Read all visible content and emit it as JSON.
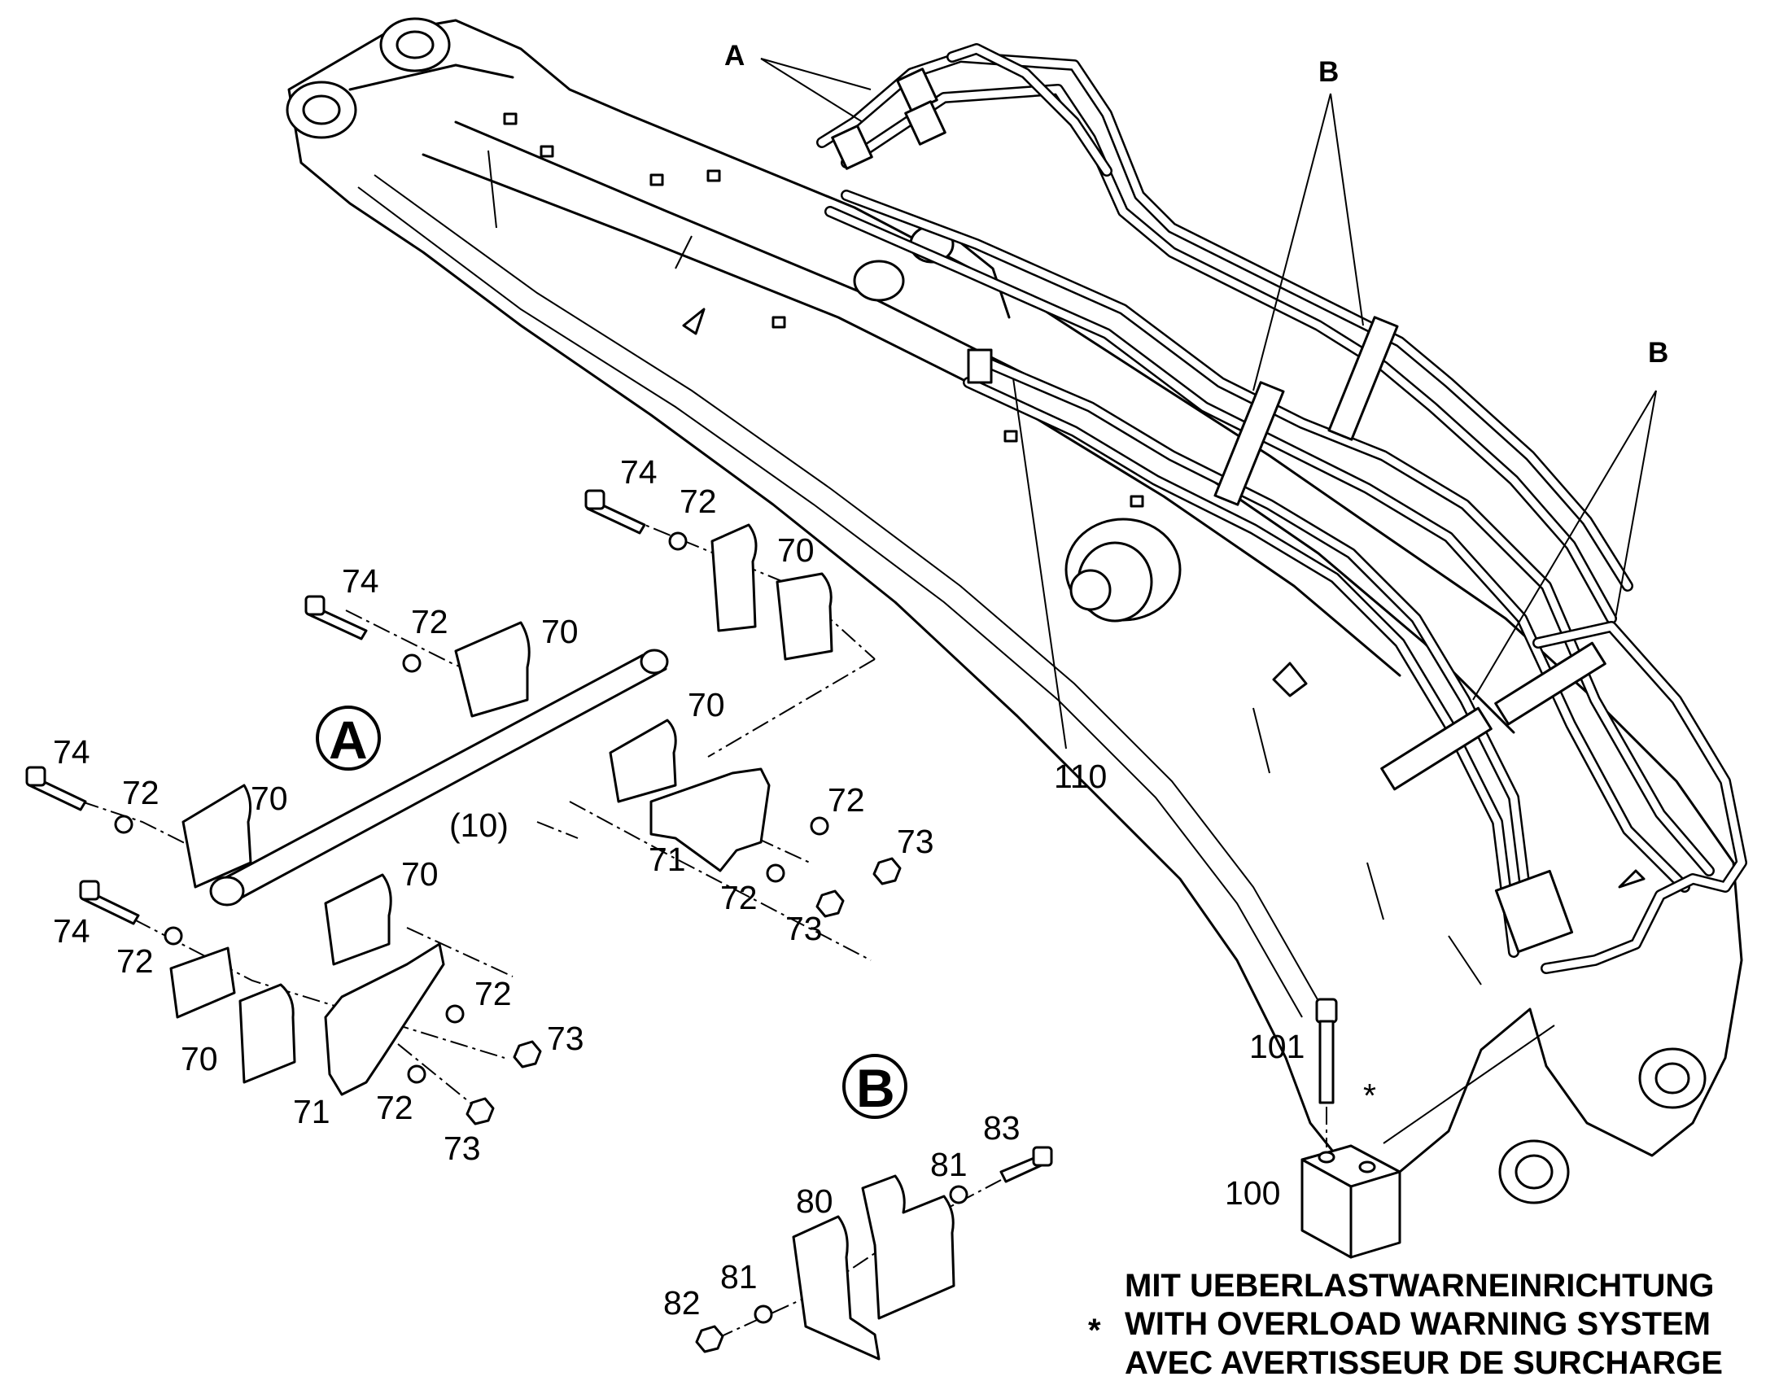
{
  "callouts": {
    "a_top": "A",
    "b_top": "B",
    "b_right": "B",
    "n110": "110"
  },
  "detail_a": {
    "marker": "A",
    "labels": {
      "l74_top": "74",
      "l72_top": "72",
      "l70_top": "70",
      "l74_mid": "74",
      "l72_mid": "72",
      "l70_mid": "70",
      "l70_mid2": "70",
      "l74_left": "74",
      "l72_left": "72",
      "l70_left": "70",
      "l10": "(10)",
      "l72_r1": "72",
      "l73_r1": "73",
      "l71_r": "71",
      "l72_r2": "72",
      "l73_r2": "73",
      "l70_low": "70",
      "l74_low": "74",
      "l72_low": "72",
      "l70_low2": "70",
      "l72_b1": "72",
      "l73_b1": "73",
      "l71_b": "71",
      "l72_b2": "72",
      "l73_b2": "73"
    }
  },
  "detail_b": {
    "marker": "B",
    "labels": {
      "l83": "83",
      "l81_r": "81",
      "l80": "80",
      "l81_l": "81",
      "l82": "82"
    }
  },
  "sensor": {
    "l101": "101",
    "l100": "100",
    "asterisk": "*"
  },
  "footnote": {
    "asterisk": "*",
    "line_de": "MIT UEBERLASTWARNEINRICHTUNG",
    "line_en": "WITH OVERLOAD WARNING SYSTEM",
    "line_fr": "AVEC AVERTISSEUR DE SURCHARGE"
  }
}
